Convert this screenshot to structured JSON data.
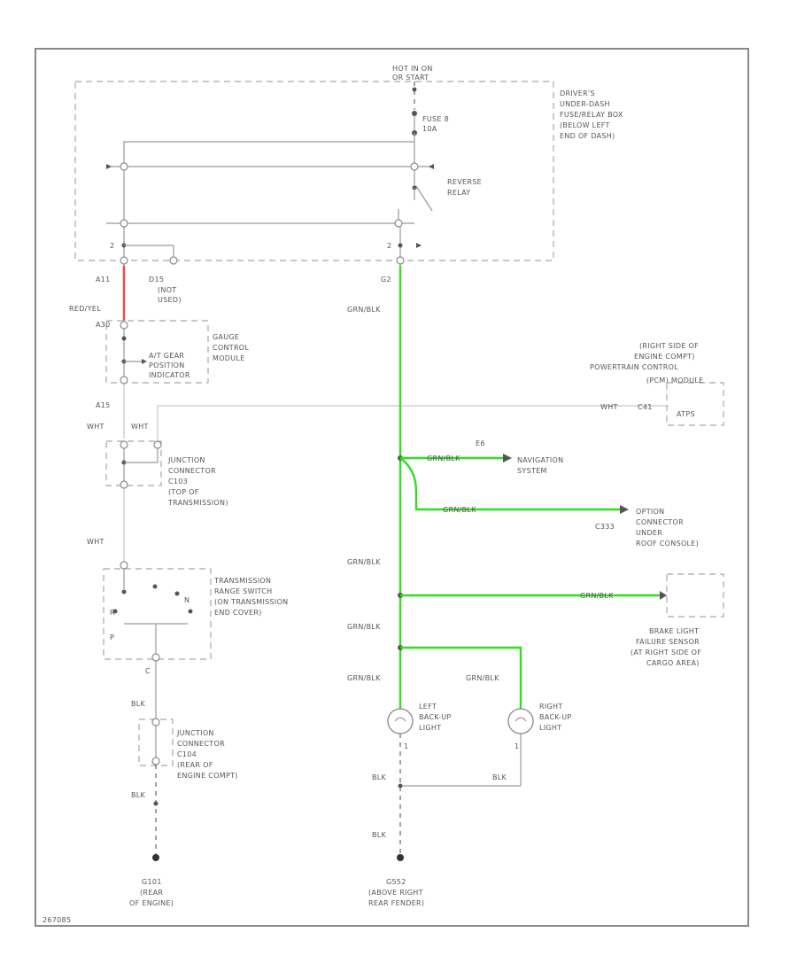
{
  "labels": {
    "hot_in_on": "HOT IN ON",
    "or_start": "OR START",
    "fuse_name": "FUSE 8",
    "fuse_amp": "10A",
    "box_line1": "DRIVER'S",
    "box_line2": "UNDER-DASH",
    "box_line3": "FUSE/RELAY BOX",
    "box_line4": "(BELOW LEFT",
    "box_line5": "END OF DASH)",
    "relay_line1": "REVERSE",
    "relay_line2": "RELAY",
    "pin_2_left": "2",
    "pin_2_right": "2",
    "pin_a11": "A11",
    "pin_d15": "D15",
    "not_used_1": "(NOT",
    "not_used_2": "USED)",
    "pin_g2": "G2",
    "wire_red_yel": "RED/YEL",
    "wire_grn_blk_1": "GRN/BLK",
    "pin_a30": "A30",
    "gcm_line1": "GAUGE",
    "gcm_line2": "CONTROL",
    "gcm_line3": "MODULE",
    "at_gear_1": "A/T GEAR",
    "at_gear_2": "POSITION",
    "at_gear_3": "INDICATOR",
    "pcm_line1": "(RIGHT SIDE OF",
    "pcm_line2": "ENGINE COMPT)",
    "pcm_line3": "POWERTRAIN CONTROL",
    "pcm_line4": "(PCM) MODULE",
    "pin_a15": "A15",
    "wire_wht_1": "WHT",
    "wire_wht_2": "WHT",
    "wire_wht_pcm": "WHT",
    "pin_c41": "C41",
    "pcm_atps": "ATPS",
    "jc1_line1": "JUNCTION",
    "jc1_line2": "CONNECTOR",
    "jc1_line3": "C103",
    "jc1_line4": "(TOP OF",
    "jc1_line5": "TRANSMISSION)",
    "wire_grn_blk_nav": "GRN/BLK",
    "pin_e6": "E6",
    "nav_line1": "NAVIGATION",
    "nav_line2": "SYSTEM",
    "wire_grn_blk_opt": "GRN/BLK",
    "opt_line1": "OPTION",
    "opt_line2": "CONNECTOR",
    "opt_line3": "UNDER",
    "opt_line4": "ROOF CONSOLE)",
    "opt_conn": "C333",
    "wire_wht_3": "WHT",
    "wire_grn_blk_2": "GRN/BLK",
    "wire_grn_blk_bls": "GRN/BLK",
    "trs_line1": "TRANSMISSION",
    "trs_line2": "RANGE SWITCH",
    "trs_line3": "(ON TRANSMISSION",
    "trs_line4": "END COVER)",
    "trs_r": "R",
    "trs_p": "P",
    "trs_n": "N",
    "bls_line1": "BRAKE LIGHT",
    "bls_line2": "FAILURE SENSOR",
    "bls_line3": "(AT RIGHT SIDE OF",
    "bls_line4": "CARGO AREA)",
    "wire_grn_blk_3": "GRN/BLK",
    "wire_grn_blk_4": "GRN/BLK",
    "wire_grn_blk_5": "GRN/BLK",
    "left_bu_1": "LEFT",
    "left_bu_2": "BACK-UP",
    "left_bu_3": "LIGHT",
    "right_bu_1": "RIGHT",
    "right_bu_2": "BACK-UP",
    "right_bu_3": "LIGHT",
    "pin_trs_out": "C",
    "wire_blk_1": "BLK",
    "jc2_line1": "JUNCTION",
    "jc2_line2": "CONNECTOR",
    "jc2_line3": "C104",
    "jc2_line4": "(REAR OF",
    "jc2_line5": "ENGINE COMPT)",
    "pin_lbu": "1",
    "pin_rbu": "1",
    "wire_blk_2": "BLK",
    "wire_blk_3": "BLK",
    "wire_blk_4": "BLK",
    "wire_blk_5": "BLK",
    "g101_1": "G101",
    "g101_2": "(REAR",
    "g101_3": "OF ENGINE)",
    "g552_1": "G552",
    "g552_2": "(ABOVE RIGHT",
    "g552_3": "REAR FENDER)",
    "fig_code": "267085"
  }
}
